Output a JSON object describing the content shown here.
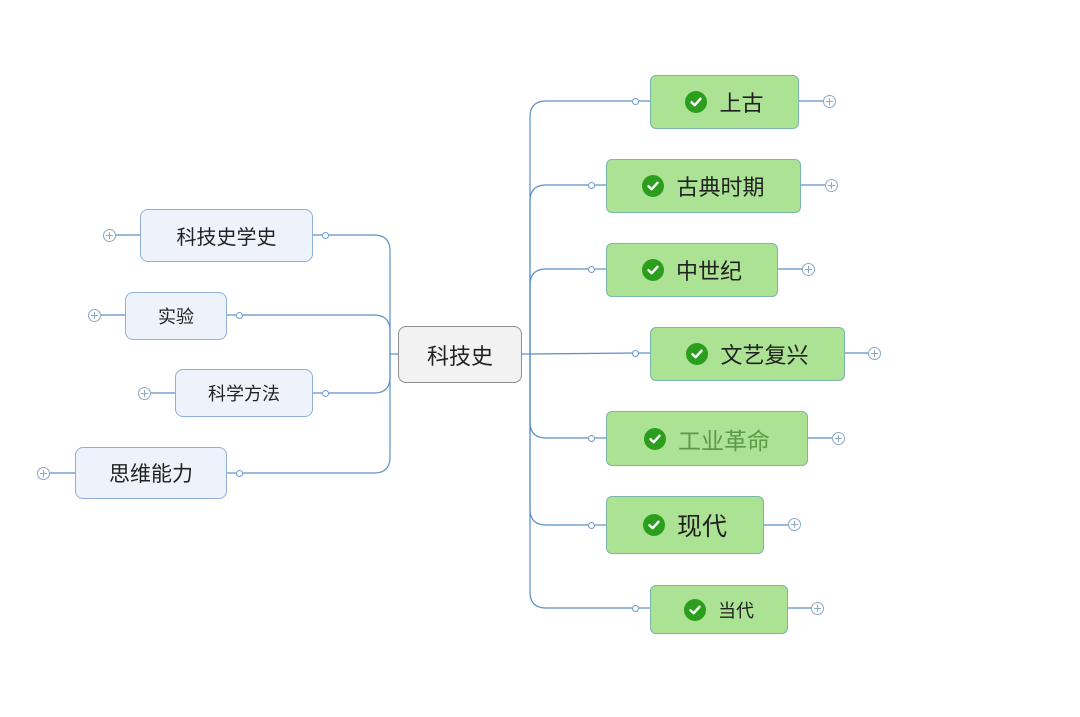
{
  "map": {
    "center": {
      "label": "科技史"
    },
    "left": [
      {
        "label": "科技史学史"
      },
      {
        "label": "实验"
      },
      {
        "label": "科学方法"
      },
      {
        "label": "思维能力"
      }
    ],
    "right": [
      {
        "label": "上古"
      },
      {
        "label": "古典时期"
      },
      {
        "label": "中世纪"
      },
      {
        "label": "文艺复兴"
      },
      {
        "label": "工业革命"
      },
      {
        "label": "现代"
      },
      {
        "label": "当代"
      }
    ]
  },
  "icons": {
    "check": "check-circle-icon",
    "expand": "expand-plus-icon"
  },
  "colors": {
    "line": "#5b8fc8",
    "left_node_fill": "#eef3fb",
    "right_node_fill": "#abe293",
    "check_fill": "#2c9e1e"
  }
}
